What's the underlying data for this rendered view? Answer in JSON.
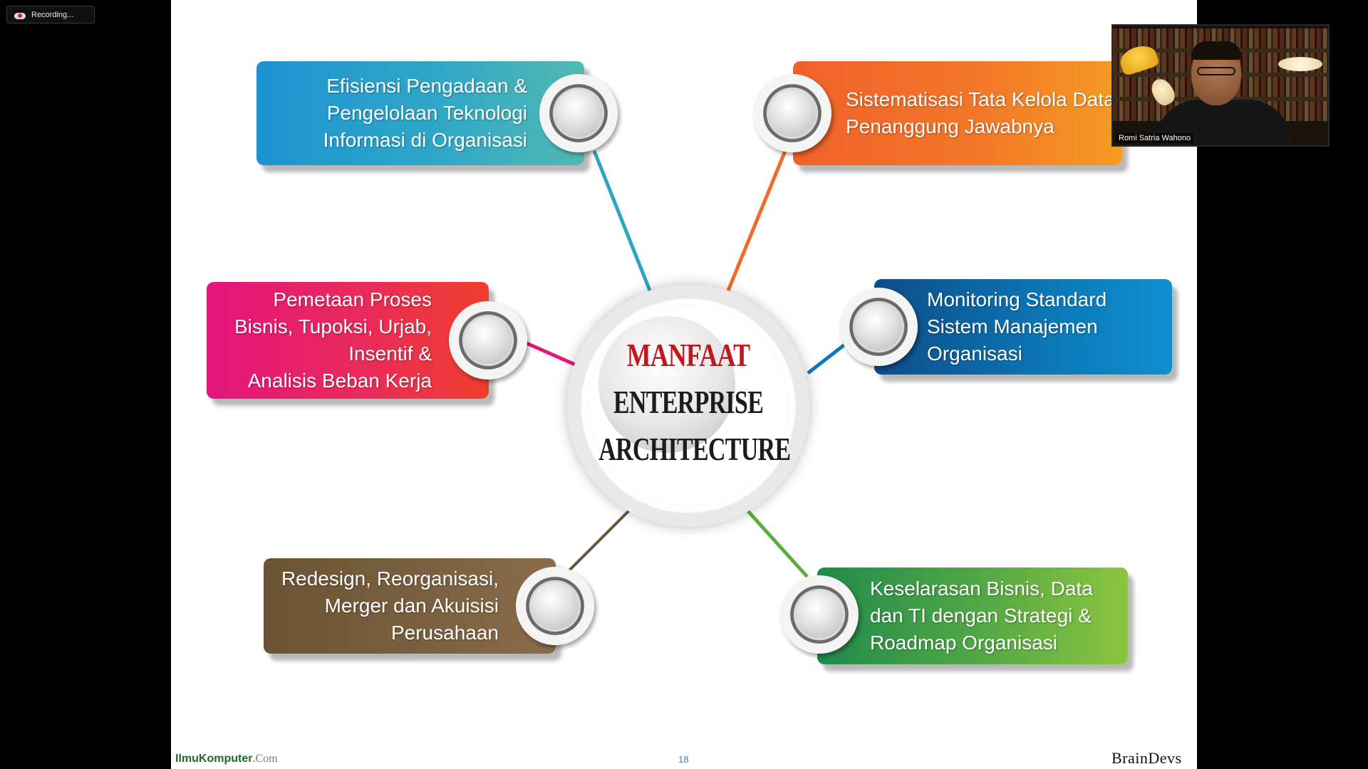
{
  "recording": {
    "label": "Recording..."
  },
  "slide": {
    "hub": {
      "line1": "MANFAAT",
      "line2": "ENTERPRISE",
      "line3": "ARCHITECTURE"
    },
    "items": [
      {
        "lines": [
          "Efisiensi Pengadaan &",
          "Pengelolaan Teknologi",
          "Informasi di Organisasi"
        ],
        "color": "#1c93d1"
      },
      {
        "lines": [
          "Sistematisasi Tata Kelola Data",
          "Penanggung Jawabnya"
        ],
        "color": "#f1612a"
      },
      {
        "lines": [
          "Pemetaan Proses",
          "Bisnis, Tupoksi, Urjab,",
          "Insentif &",
          "Analisis Beban Kerja"
        ],
        "color": "#e3157c"
      },
      {
        "lines": [
          "Monitoring Standard",
          "Sistem Manajemen",
          "Organisasi"
        ],
        "color": "#0c78b6"
      },
      {
        "lines": [
          "Redesign, Reorganisasi,",
          "Merger dan Akuisisi",
          "Perusahaan"
        ],
        "color": "#7a6040"
      },
      {
        "lines": [
          "Keselarasan Bisnis, Data",
          "dan TI dengan Strategi &",
          "Roadmap Organisasi"
        ],
        "color": "#55a945"
      }
    ],
    "footer": {
      "brand_left": "IlmuKomputer",
      "brand_left_domain": ".Com",
      "page_number": "18",
      "brand_right": "BrainDevs"
    }
  },
  "video": {
    "participant_name": "Romi Satria Wahono"
  }
}
